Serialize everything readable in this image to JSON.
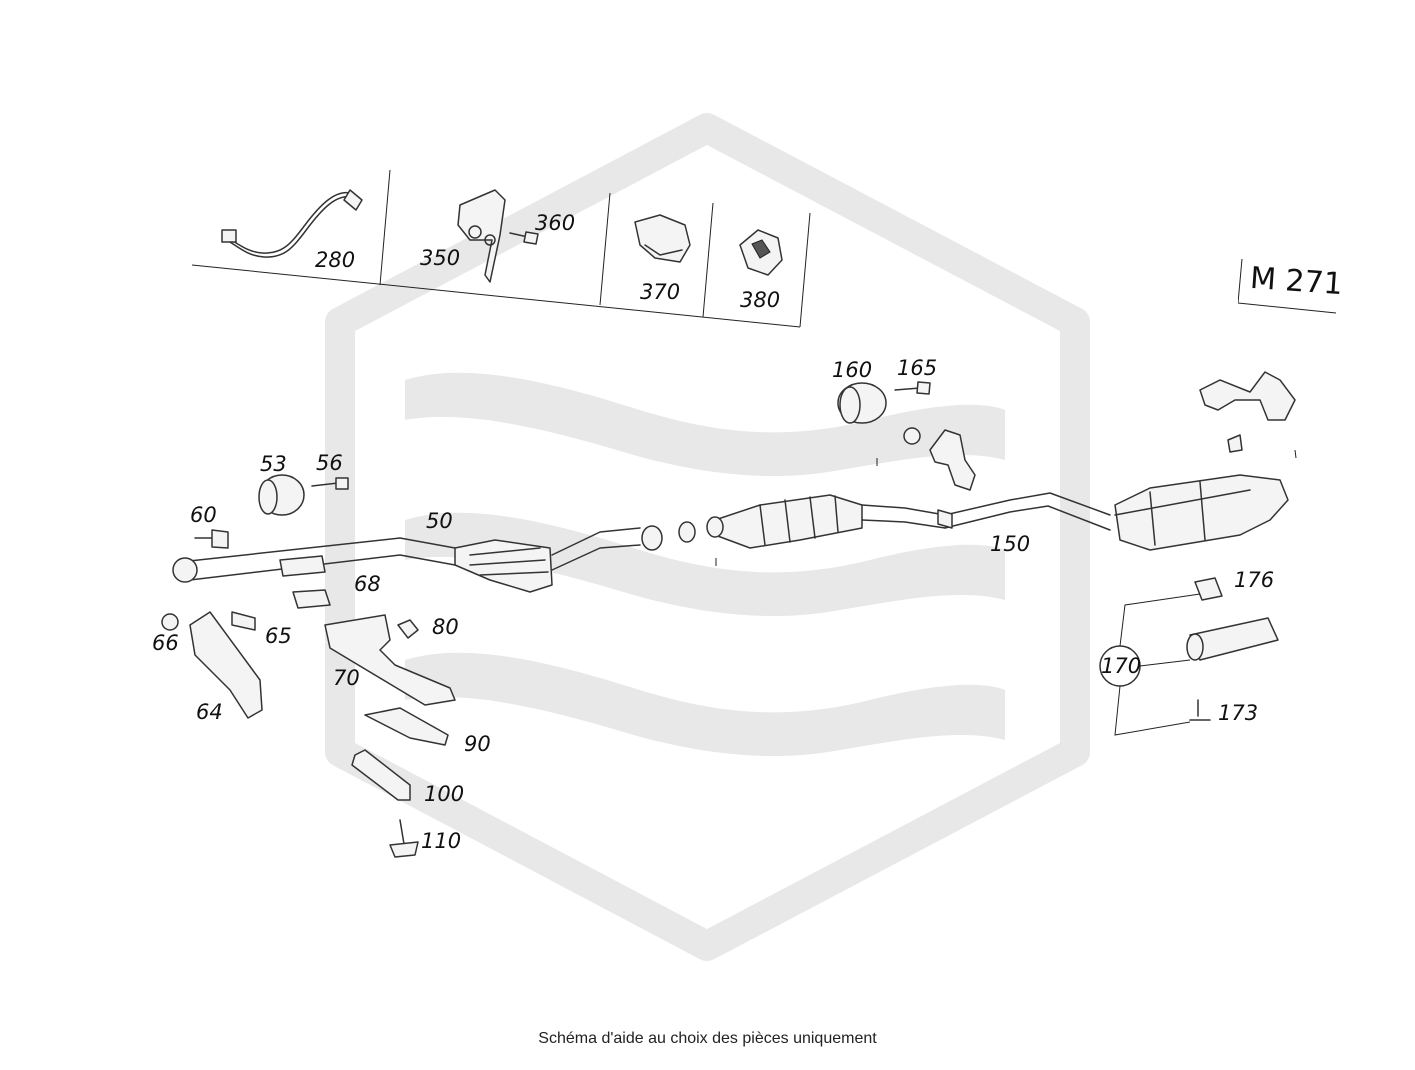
{
  "model_label": "M 271",
  "footer_note": "Schéma d'aide au choix des pièces uniquement",
  "callouts": {
    "c280": "280",
    "c350": "350",
    "c360": "360",
    "c370": "370",
    "c380": "380",
    "c160": "160",
    "c165": "165",
    "c53": "53",
    "c56": "56",
    "c60": "60",
    "c50": "50",
    "c150": "150",
    "c176": "176",
    "c170": "170",
    "c173": "173",
    "c68": "68",
    "c66": "66",
    "c65": "65",
    "c64": "64",
    "c80": "80",
    "c70": "70",
    "c90": "90",
    "c100": "100",
    "c110": "110"
  },
  "colors": {
    "watermark": "#e8e8e8",
    "linework": "#333333",
    "text": "#111111"
  }
}
